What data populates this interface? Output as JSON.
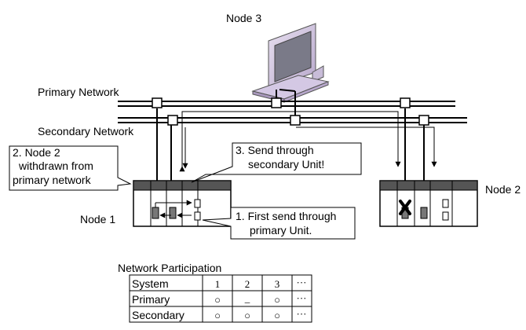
{
  "node3_label": "Node 3",
  "node1_label": "Node 1",
  "node2_label": "Node 2",
  "primary_network_label": "Primary Network",
  "secondary_network_label": "Secondary Network",
  "callout_withdrawn": [
    "2. Node 2",
    "withdrawn from",
    "primary network"
  ],
  "callout_secondary": [
    "3. Send through",
    "secondary Unit!"
  ],
  "callout_primary": [
    "1. First send through",
    "primary Unit."
  ],
  "table": {
    "title": "Network Participation",
    "rows": [
      {
        "label": "System",
        "cells": [
          "1",
          "2",
          "3",
          "···"
        ]
      },
      {
        "label": "Primary",
        "cells": [
          "○",
          "_",
          "○",
          "···"
        ]
      },
      {
        "label": "Secondary",
        "cells": [
          "○",
          "○",
          "○",
          "···"
        ]
      }
    ]
  }
}
